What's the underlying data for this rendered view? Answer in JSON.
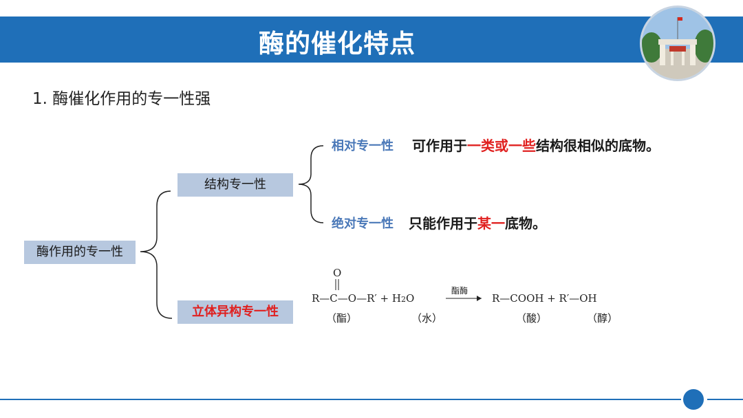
{
  "header": {
    "title": "酶的催化特点"
  },
  "heading": "1. 酶催化作用的专一性强",
  "diagram": {
    "root": "酶作用的专一性",
    "structural": "结构专一性",
    "stereo": "立体异构专一性",
    "relative": {
      "label": "相对专一性",
      "desc_a": "可作用于",
      "desc_hl": "一类或一些",
      "desc_b": "结构很相似的底物。"
    },
    "absolute": {
      "label": "绝对专一性",
      "desc_a": "只能作用于",
      "desc_hl": "某一",
      "desc_b": "底物。"
    }
  },
  "equation": {
    "oxygen": "O",
    "ester_formula_a": "R—C—O—R′ + H",
    "water_sub": "2",
    "water_o": "O",
    "catalyst": "酯酶",
    "products": "R—COOH + R′—OH",
    "ester_name": "（酯）",
    "water_name": "（水）",
    "acid_name": "（酸）",
    "alcohol_name": "（醇）"
  },
  "colors": {
    "brand": "#1f6fb8",
    "box": "#b7c8df",
    "highlight": "#e0201f",
    "label": "#4a78b8"
  }
}
